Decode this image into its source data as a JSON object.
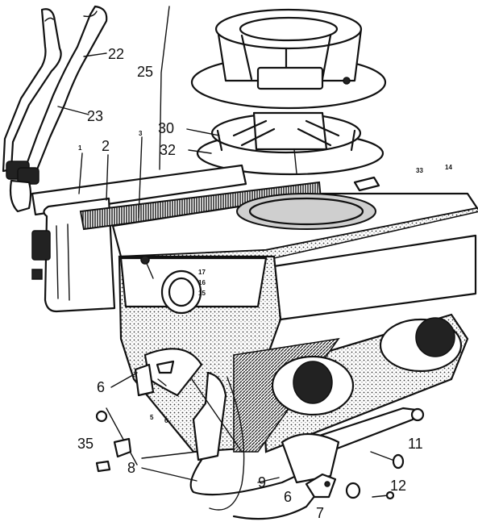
{
  "labels": {
    "l22": "22",
    "l23": "23",
    "l25": "25",
    "l30": "30",
    "l32": "32",
    "l1": "1",
    "l2": "2",
    "l3": "3",
    "l33": "33",
    "l14": "14",
    "l17": "17",
    "l16": "16",
    "l15": "15",
    "l6a": "6",
    "l5": "5",
    "l6b": "6",
    "l35": "35",
    "l8": "8",
    "l9": "9",
    "l6c": "6",
    "l7": "7",
    "l11": "11",
    "l12": "12"
  }
}
